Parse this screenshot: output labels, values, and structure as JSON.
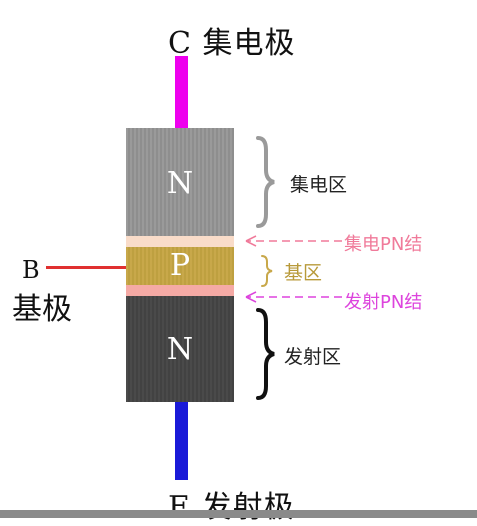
{
  "terminals": {
    "collector": {
      "letter": "C",
      "name": "集电极",
      "lead_color": "#ee00ee"
    },
    "emitter": {
      "letter": "E",
      "name": "发射极",
      "lead_color": "#1a1ad8"
    },
    "base": {
      "letter": "B",
      "name": "基极",
      "lead_color": "#e03030"
    }
  },
  "layers": {
    "collector_region": {
      "type": "N",
      "label": "集电区",
      "color": "#959595"
    },
    "base_region": {
      "type": "P",
      "label": "基区",
      "color": "#c4a445",
      "label_color": "#b89a3a"
    },
    "emitter_region": {
      "type": "N",
      "label": "发射区",
      "color": "#474747"
    }
  },
  "junctions": {
    "collector_junction": {
      "label": "集电PN结",
      "color": "#f07a9a",
      "fill": "#f9dcc9"
    },
    "emitter_junction": {
      "label": "发射PN结",
      "color": "#dd44dd",
      "fill": "#f5aaa5"
    }
  }
}
